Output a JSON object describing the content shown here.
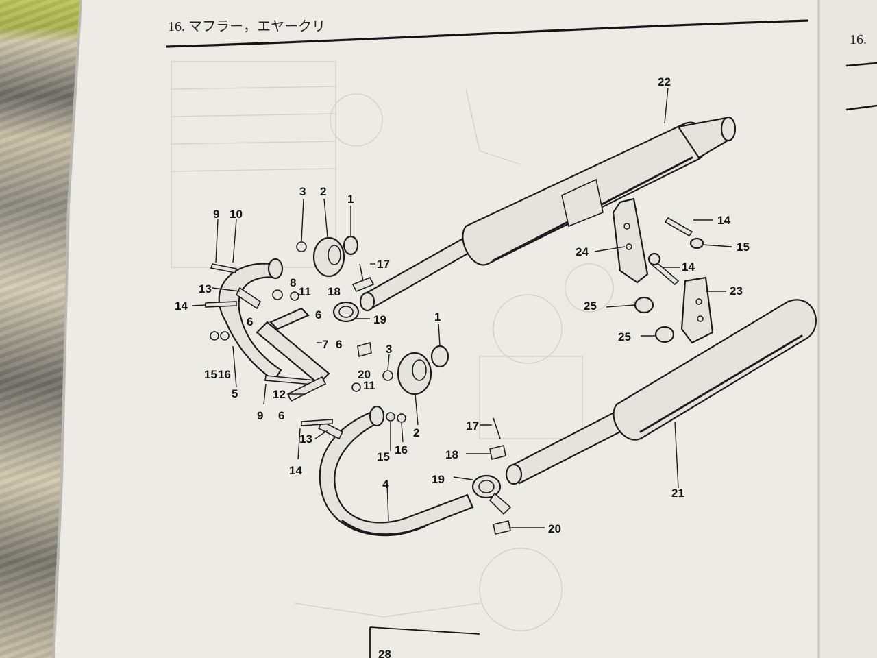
{
  "header": {
    "left_title": "16. マフラー，エヤークリ",
    "right_title": "16."
  },
  "footer": {
    "corner_number": "28"
  },
  "diagram": {
    "part_labels": {
      "muffler_right": "22",
      "muffler_left": "21",
      "bracket_upper": "24",
      "bracket_lower": "23",
      "rubber_upper": "25",
      "rubber_lower": "25",
      "bolt_upper": "14",
      "nut_upper": "15",
      "bolt_mid": "14",
      "clamp_upper": "19",
      "clamp_lower": "19",
      "bolt17_upper": "17",
      "bolt17_lower": "17",
      "pin18_upper": "18",
      "pin18_lower": "18",
      "pin20_upper": "20",
      "pin20_lower": "20",
      "gasket_upper": "1",
      "gasket_lower": "1",
      "fin_upper": "2",
      "fin_lower": "2",
      "nut3_upper": "3",
      "nut3_lower": "3",
      "pipe_upper": "5",
      "pipe_lower": "4",
      "bolt9_upper": "9",
      "bolt9_lower": "9",
      "bolt10": "10",
      "bolt12": "12",
      "stay7": "7",
      "washer6_a": "6",
      "washer6_b": "6",
      "washer6_c": "6",
      "washer6_d": "6",
      "washer8": "8",
      "collar11_a": "11",
      "collar11_b": "11",
      "clip13_upper": "13",
      "clip13_lower": "13",
      "bolt14_left": "14",
      "bolt14_lower": "14",
      "nut15_left": "15",
      "nut15_lower": "15",
      "washer16_left": "16",
      "washer16_lower": "16"
    }
  }
}
